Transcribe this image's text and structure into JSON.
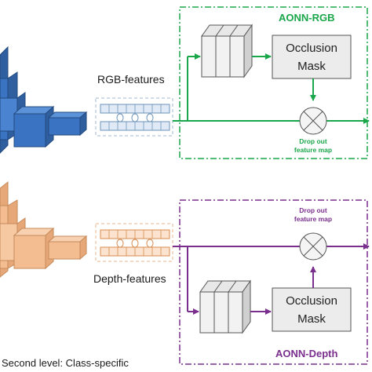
{
  "colors": {
    "rgb_accent": "#1aa64a",
    "depth_accent": "#7a2e8e",
    "blue_cnn": "#3a73c1",
    "orange_cnn": "#f3bc91",
    "feature_blue": "#9fc0e0",
    "feature_orange": "#f0b083"
  },
  "labels": {
    "rgb_features": "RGB-features",
    "depth_features": "Depth-features",
    "aonn_rgb": "AONN-RGB",
    "aonn_depth": "AONN-Depth",
    "occlusion_mask_line1": "Occlusion",
    "occlusion_mask_line2": "Mask",
    "drop_out_line1": "Drop out",
    "drop_out_line2": "feature map",
    "caption": "Second level: Class-specific"
  },
  "icons": [
    "multiply-circle-icon",
    "arrow-icon"
  ]
}
